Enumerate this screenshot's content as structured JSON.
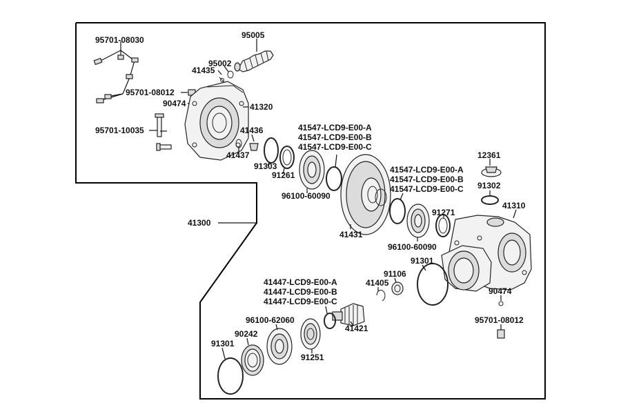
{
  "diagram": {
    "assembly_label": "41300",
    "labels": [
      {
        "id": "l1",
        "text": "95701-08030"
      },
      {
        "id": "l2",
        "text": "95005"
      },
      {
        "id": "l3",
        "text": "95002"
      },
      {
        "id": "l4",
        "text": "41435"
      },
      {
        "id": "l5",
        "text": "95701-08012"
      },
      {
        "id": "l6",
        "text": "90474"
      },
      {
        "id": "l7",
        "text": "41320"
      },
      {
        "id": "l8",
        "text": "95701-10035"
      },
      {
        "id": "l9",
        "text": "41436"
      },
      {
        "id": "l10",
        "text": "41437"
      },
      {
        "id": "l11",
        "text": "91303"
      },
      {
        "id": "l12",
        "text": "91261"
      },
      {
        "id": "l13",
        "text": "41547-LCD9-E00-A"
      },
      {
        "id": "l14",
        "text": "41547-LCD9-E00-B"
      },
      {
        "id": "l15",
        "text": "41547-LCD9-E00-C"
      },
      {
        "id": "l16",
        "text": "96100-60090"
      },
      {
        "id": "l17",
        "text": "41431"
      },
      {
        "id": "l18",
        "text": "41547-LCD9-E00-A"
      },
      {
        "id": "l19",
        "text": "41547-LCD9-E00-B"
      },
      {
        "id": "l20",
        "text": "41547-LCD9-E00-C"
      },
      {
        "id": "l21",
        "text": "12361"
      },
      {
        "id": "l22",
        "text": "91302"
      },
      {
        "id": "l23",
        "text": "41310"
      },
      {
        "id": "l24",
        "text": "91271"
      },
      {
        "id": "l25",
        "text": "96100-60090"
      },
      {
        "id": "l26",
        "text": "91301"
      },
      {
        "id": "l27",
        "text": "91106"
      },
      {
        "id": "l28",
        "text": "41405"
      },
      {
        "id": "l29",
        "text": "41447-LCD9-E00-A"
      },
      {
        "id": "l30",
        "text": "41447-LCD9-E00-B"
      },
      {
        "id": "l31",
        "text": "41447-LCD9-E00-C"
      },
      {
        "id": "l32",
        "text": "90474"
      },
      {
        "id": "l33",
        "text": "95701-08012"
      },
      {
        "id": "l34",
        "text": "96100-62060"
      },
      {
        "id": "l35",
        "text": "41421"
      },
      {
        "id": "l36",
        "text": "91301"
      },
      {
        "id": "l37",
        "text": "90242"
      },
      {
        "id": "l38",
        "text": "91251"
      }
    ]
  }
}
